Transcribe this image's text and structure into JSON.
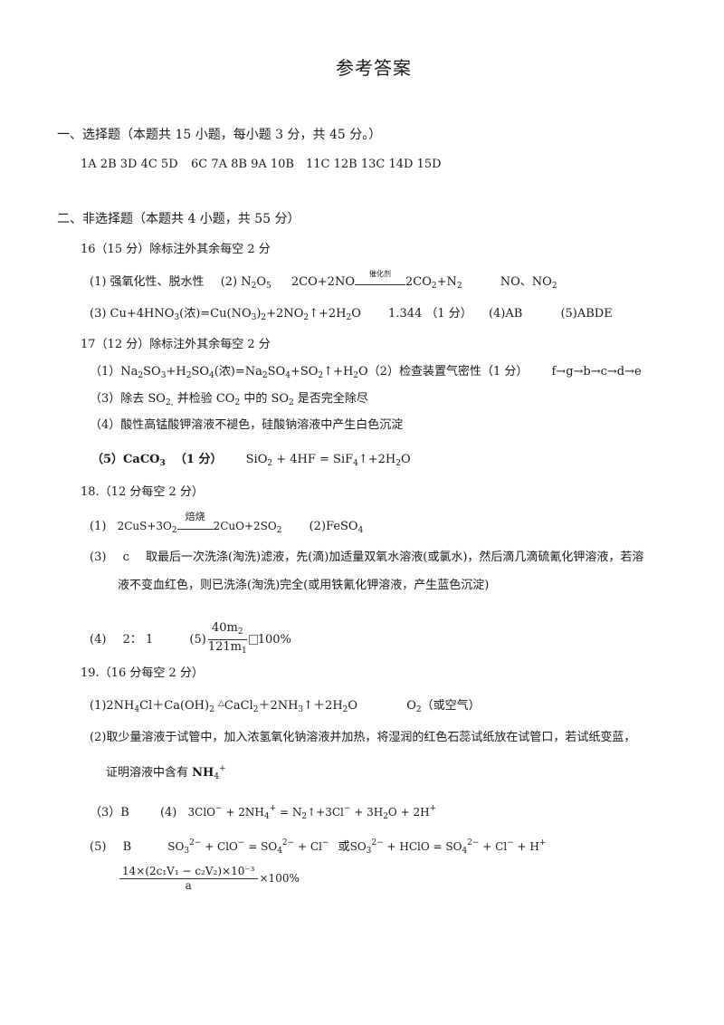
{
  "title": "参考答案",
  "part1": {
    "heading": "一、选择题（本题共 15 小题，每小题 3 分，共 45 分。）",
    "answers": [
      "1A 2B 3D 4C 5D",
      "6C 7A 8B 9A 10B",
      "11C 12B 13C 14D 15D"
    ]
  },
  "part2": {
    "heading": "二、非选择题（本题共 4 小题，共 55 分）"
  },
  "q16": {
    "head": "16（15 分）除标注外其余每空 2 分",
    "a1": "(1) 强氧化性、脱水性",
    "a2_label": "(2) N",
    "a2_o5": "O",
    "reaction_left": "2CO+2NO",
    "catalyst": "催化剂",
    "reaction_right": "2CO",
    "reaction_tail": "+N",
    "gases": "NO、NO",
    "a3": "(3) Cu+4HNO",
    "a3_mid": "(浓)=Cu(NO",
    "a3_tail": "+2NO",
    "a3_end": "↑+2H",
    "a3_o": "O",
    "value": "1.344",
    "score": "（1 分）",
    "a4": "(4)AB",
    "a5": "(5)ABDE"
  },
  "q17": {
    "head": "17（12 分）除标注外其余每空 2 分",
    "a1_pre": "（1）Na",
    "a1_mid": "SO",
    "a1_b": "+H",
    "a1_c": "SO",
    "a1_d": "(浓)=Na",
    "a1_e": "SO",
    "a1_f": "+SO",
    "a1_g": "↑+H",
    "a1_h": "O（2）检查装置气密性（1 分）",
    "sequence": "f→g→b→c→d→e",
    "a3_pre": "（3）除去 SO",
    "a3_post": "并检验 CO",
    "a3_end": "中的 SO",
    "a3_tail": "是否完全除尽",
    "a4": "（4）酸性高锰酸钾溶液不褪色，硅酸钠溶液中产生白色沉淀",
    "a5_label": "（5）",
    "a5_caco": "CaCO",
    "a5_score": "（1 分）",
    "eq_sio": "SiO",
    "eq_mid": " + 4HF = SiF",
    "eq_end": "↑+2H",
    "eq_o": "O"
  },
  "q18": {
    "head": "18.（12 分每空 2 分）",
    "a1_label": "(1)",
    "a1_left": "2CuS+3O",
    "roast": "焙烧",
    "a1_right": "2CuO+2SO",
    "a2": "(2)FeSO",
    "a3_label": "(3)",
    "a3_c": "c",
    "a3_text1": "取最后一次洗涤(淘洗)滤液，先(滴)加适量双氧水溶液(或氯水)，然后滴几滴硫氰化钾溶液，若溶",
    "a3_text2": "液不变血红色，则已洗涤(淘洗)完全(或用铁氰化钾溶液，产生蓝色沉淀)",
    "a4_label": "(4)",
    "ratio": "2：  1",
    "a5_label": "(5)",
    "frac_num": "40m",
    "frac_den": "121m",
    "percent": "100%"
  },
  "q19": {
    "head": "19.（16 分每空 2 分）",
    "a1_pre": "(1)2NH",
    "a1_b": "Cl＋Ca(OH)",
    "a1_c": "CaCl",
    "a1_d": "＋2NH",
    "a1_e": "↑＋2H",
    "a1_f": "O",
    "o2": "O",
    "o2_note": "（或空气）",
    "a2_text1": "(2)取少量溶液于试管中，加入浓氢氧化钠溶液并加热，将湿润的红色石蕊试纸放在试管口，若试纸变蓝，",
    "a2_text2": "证明溶液中含有",
    "nh4": "NH",
    "a3": "（3）B",
    "a4_label": "(4)",
    "a4_eq_a": "3ClO",
    "a4_eq_b": " + 2NH",
    "a4_eq_c": " = N",
    "a4_eq_d": "↑+3Cl",
    "a4_eq_e": " + 3H",
    "a4_eq_f": "O + 2H",
    "a5_label": "(5)",
    "a5_b": "B",
    "eq1_a": "SO",
    "eq1_b": " + ClO",
    "eq1_c": " = SO",
    "eq1_d": " + Cl",
    "or": "或",
    "eq2_a": "SO",
    "eq2_b": " + HClO = SO",
    "eq2_c": " + Cl",
    "eq2_d": " + H",
    "final_num": "14×(2c₁V₁ − c₂V₂)×10⁻³",
    "final_den": "a",
    "final_pct": "×100%"
  }
}
